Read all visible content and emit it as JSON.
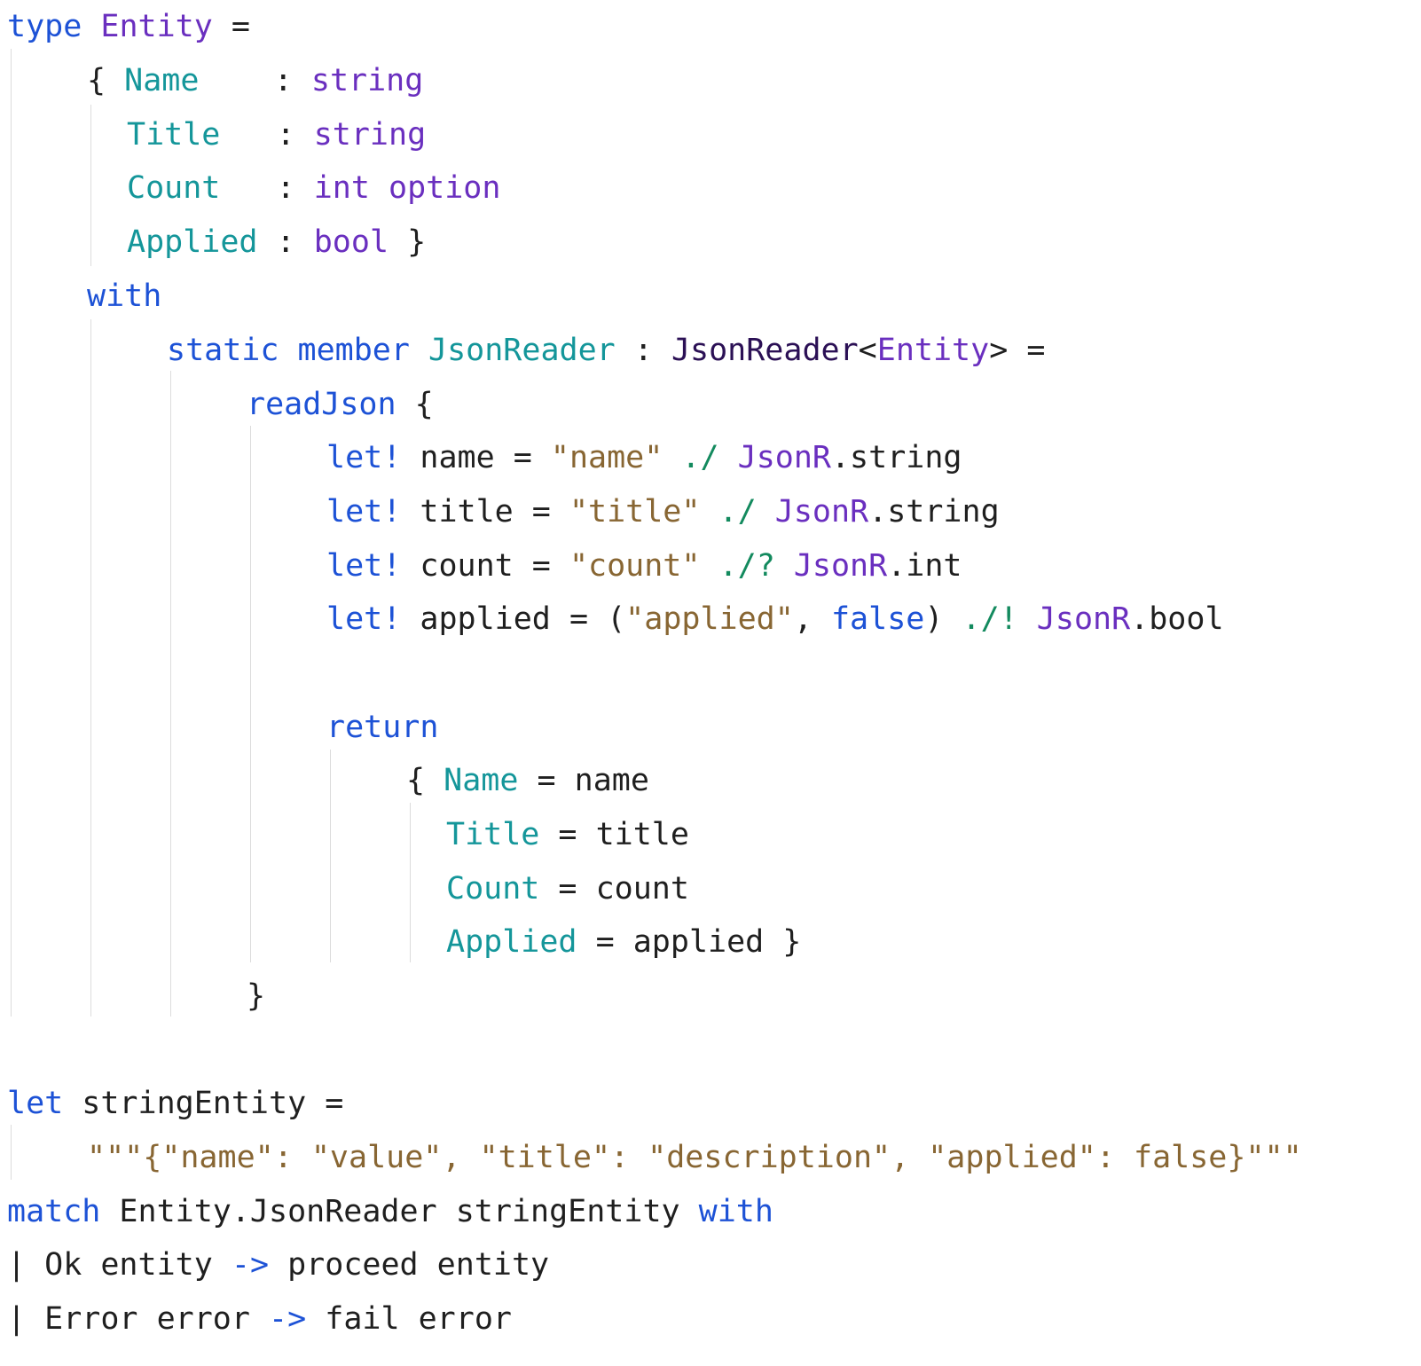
{
  "colors": {
    "keyword": "#1d52d6",
    "type": "#6a2fbf",
    "field": "#14969a",
    "string": "#886633",
    "operator": "#138a5e",
    "text": "#1f1f1f",
    "background": "#ffffff"
  },
  "code_lines": [
    [
      {
        "t": "type",
        "c": "kw"
      },
      {
        "t": " ",
        "c": "id"
      },
      {
        "t": "Entity",
        "c": "type"
      },
      {
        "t": " =",
        "c": "id"
      }
    ],
    [
      {
        "t": "{ ",
        "c": "punc"
      },
      {
        "t": "Name",
        "c": "field"
      },
      {
        "t": "    : ",
        "c": "id"
      },
      {
        "t": "string",
        "c": "type"
      }
    ],
    [
      {
        "t": "Title",
        "c": "field"
      },
      {
        "t": "   : ",
        "c": "id"
      },
      {
        "t": "string",
        "c": "type"
      }
    ],
    [
      {
        "t": "Count",
        "c": "field"
      },
      {
        "t": "   : ",
        "c": "id"
      },
      {
        "t": "int option",
        "c": "type"
      }
    ],
    [
      {
        "t": "Applied",
        "c": "field"
      },
      {
        "t": " : ",
        "c": "id"
      },
      {
        "t": "bool",
        "c": "type"
      },
      {
        "t": " }",
        "c": "punc"
      }
    ],
    [
      {
        "t": "with",
        "c": "kw"
      }
    ],
    [
      {
        "t": "static member",
        "c": "kw"
      },
      {
        "t": " ",
        "c": "id"
      },
      {
        "t": "JsonReader",
        "c": "field"
      },
      {
        "t": " : ",
        "c": "id"
      },
      {
        "t": "JsonReader",
        "c": "generic"
      },
      {
        "t": "<",
        "c": "id"
      },
      {
        "t": "Entity",
        "c": "type"
      },
      {
        "t": "> =",
        "c": "id"
      }
    ],
    [
      {
        "t": "readJson",
        "c": "kw"
      },
      {
        "t": " {",
        "c": "punc"
      }
    ],
    [
      {
        "t": "let!",
        "c": "kw"
      },
      {
        "t": " name = ",
        "c": "id"
      },
      {
        "t": "\"name\"",
        "c": "str"
      },
      {
        "t": " ",
        "c": "id"
      },
      {
        "t": "./",
        "c": "op"
      },
      {
        "t": " ",
        "c": "id"
      },
      {
        "t": "JsonR",
        "c": "type"
      },
      {
        "t": ".string",
        "c": "id"
      }
    ],
    [
      {
        "t": "let!",
        "c": "kw"
      },
      {
        "t": " title = ",
        "c": "id"
      },
      {
        "t": "\"title\"",
        "c": "str"
      },
      {
        "t": " ",
        "c": "id"
      },
      {
        "t": "./",
        "c": "op"
      },
      {
        "t": " ",
        "c": "id"
      },
      {
        "t": "JsonR",
        "c": "type"
      },
      {
        "t": ".string",
        "c": "id"
      }
    ],
    [
      {
        "t": "let!",
        "c": "kw"
      },
      {
        "t": " count = ",
        "c": "id"
      },
      {
        "t": "\"count\"",
        "c": "str"
      },
      {
        "t": " ",
        "c": "id"
      },
      {
        "t": "./?",
        "c": "op"
      },
      {
        "t": " ",
        "c": "id"
      },
      {
        "t": "JsonR",
        "c": "type"
      },
      {
        "t": ".int",
        "c": "id"
      }
    ],
    [
      {
        "t": "let!",
        "c": "kw"
      },
      {
        "t": " applied = (",
        "c": "id"
      },
      {
        "t": "\"applied\"",
        "c": "str"
      },
      {
        "t": ", ",
        "c": "id"
      },
      {
        "t": "false",
        "c": "kw"
      },
      {
        "t": ") ",
        "c": "id"
      },
      {
        "t": "./!",
        "c": "op"
      },
      {
        "t": " ",
        "c": "id"
      },
      {
        "t": "JsonR",
        "c": "type"
      },
      {
        "t": ".bool",
        "c": "id"
      }
    ],
    [],
    [
      {
        "t": "return",
        "c": "kw"
      }
    ],
    [
      {
        "t": "{ ",
        "c": "punc"
      },
      {
        "t": "Name",
        "c": "field"
      },
      {
        "t": " = name",
        "c": "id"
      }
    ],
    [
      {
        "t": "Title",
        "c": "field"
      },
      {
        "t": " = title",
        "c": "id"
      }
    ],
    [
      {
        "t": "Count",
        "c": "field"
      },
      {
        "t": " = count",
        "c": "id"
      }
    ],
    [
      {
        "t": "Applied",
        "c": "field"
      },
      {
        "t": " = applied }",
        "c": "id"
      }
    ],
    [
      {
        "t": "}",
        "c": "punc"
      }
    ],
    [],
    [
      {
        "t": "let",
        "c": "kw"
      },
      {
        "t": " stringEntity =",
        "c": "id"
      }
    ],
    [
      {
        "t": "\"\"\"{\"name\": \"value\", \"title\": \"description\", \"applied\": false}\"\"\"",
        "c": "str"
      }
    ],
    [
      {
        "t": "match",
        "c": "kw"
      },
      {
        "t": " Entity.JsonReader stringEntity ",
        "c": "id"
      },
      {
        "t": "with",
        "c": "kw"
      }
    ],
    [
      {
        "t": "| Ok entity ",
        "c": "id"
      },
      {
        "t": "->",
        "c": "kw"
      },
      {
        "t": " proceed entity",
        "c": "id"
      }
    ],
    [
      {
        "t": "| Error error ",
        "c": "id"
      },
      {
        "t": "->",
        "c": "kw"
      },
      {
        "t": " fail error",
        "c": "id"
      }
    ]
  ]
}
